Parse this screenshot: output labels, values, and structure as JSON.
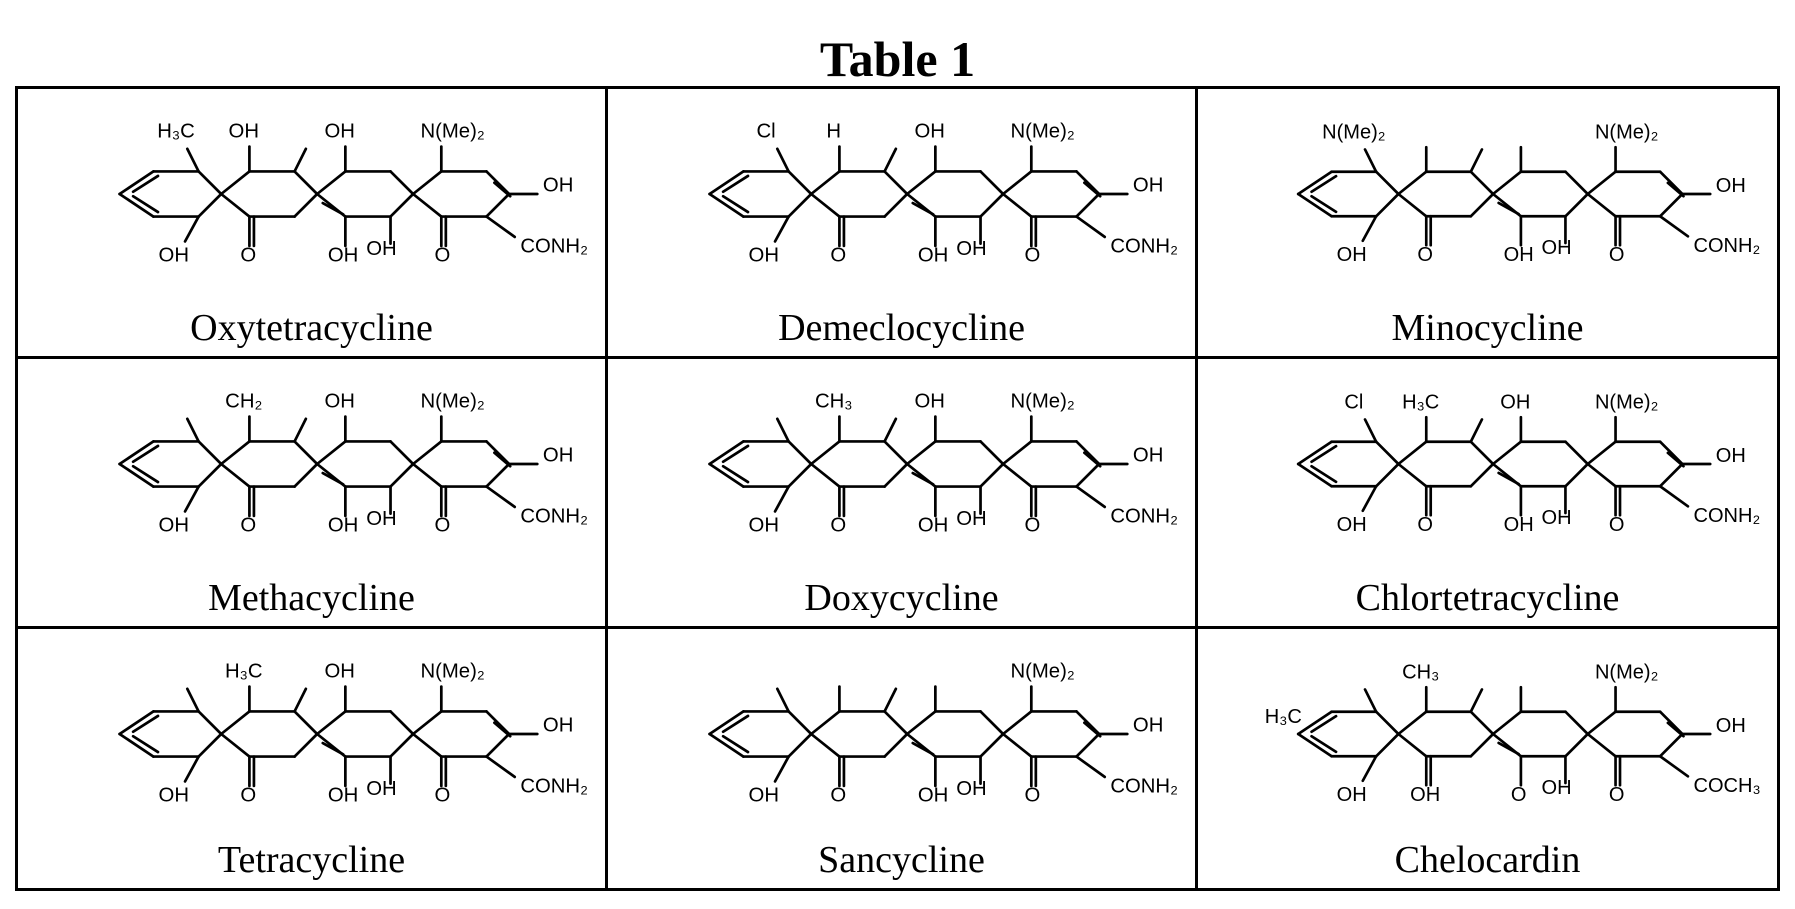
{
  "title": "Table 1",
  "compounds": [
    {
      "name": "Oxytetracycline",
      "labels": {
        "top1": "H₃C",
        "top2": "OH",
        "top3": "OH",
        "top4": "N(Me)₂",
        "right1": "OH",
        "right2": "CONH₂",
        "bot1": "OH",
        "bot2": "O",
        "bot3": "OH",
        "bot4": "OH",
        "bot5": "O"
      }
    },
    {
      "name": "Demeclocycline",
      "labels": {
        "top1": "Cl",
        "top2": "H",
        "top3": "OH",
        "top4": "N(Me)₂",
        "right1": "OH",
        "right2": "CONH₂",
        "bot1": "OH",
        "bot2": "O",
        "bot3": "OH",
        "bot4": "OH",
        "bot5": "O"
      }
    },
    {
      "name": "Minocycline",
      "labels": {
        "top1": "N(Me)₂",
        "top4": "N(Me)₂",
        "right1": "OH",
        "right2": "CONH₂",
        "bot1": "OH",
        "bot2": "O",
        "bot3": "OH",
        "bot4": "OH",
        "bot5": "O"
      }
    },
    {
      "name": "Methacycline",
      "labels": {
        "top2": "CH₂",
        "top3": "OH",
        "top4": "N(Me)₂",
        "right1": "OH",
        "right2": "CONH₂",
        "bot1": "OH",
        "bot2": "O",
        "bot3": "OH",
        "bot4": "OH",
        "bot5": "O"
      }
    },
    {
      "name": "Doxycycline",
      "labels": {
        "top2": "CH₃",
        "top3": "OH",
        "top4": "N(Me)₂",
        "right1": "OH",
        "right2": "CONH₂",
        "bot1": "OH",
        "bot2": "O",
        "bot3": "OH",
        "bot4": "OH",
        "bot5": "O"
      }
    },
    {
      "name": "Chlortetracycline",
      "labels": {
        "top1": "Cl",
        "top2": "H₃C",
        "top3": "OH",
        "top4": "N(Me)₂",
        "right1": "OH",
        "right2": "CONH₂",
        "bot1": "OH",
        "bot2": "O",
        "bot3": "OH",
        "bot4": "OH",
        "bot5": "O"
      }
    },
    {
      "name": "Tetracycline",
      "labels": {
        "top2": "H₃C",
        "top3": "OH",
        "top4": "N(Me)₂",
        "right1": "OH",
        "right2": "CONH₂",
        "bot1": "OH",
        "bot2": "O",
        "bot3": "OH",
        "bot4": "OH",
        "bot5": "O"
      }
    },
    {
      "name": "Sancycline",
      "labels": {
        "top4": "N(Me)₂",
        "right1": "OH",
        "right2": "CONH₂",
        "bot1": "OH",
        "bot2": "O",
        "bot3": "OH",
        "bot4": "OH",
        "bot5": "O"
      }
    },
    {
      "name": "Chelocardin",
      "labels": {
        "top2": "CH₃",
        "top4": "N(Me)₂",
        "left1": "H₃C",
        "right1": "OH",
        "right2": "COCH₃",
        "bot1": "OH",
        "bot2": "OH",
        "bot3": "O",
        "bot4": "OH",
        "bot5": "O"
      }
    }
  ]
}
